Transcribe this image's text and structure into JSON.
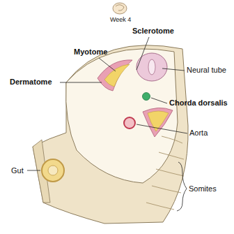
{
  "diagram": {
    "labels": [
      "Week 4",
      "Sclerotome",
      "Myotome",
      "Dermatome",
      "Neural tube",
      "Chorda dorsalis",
      "Aorta",
      "Gut",
      "Somites"
    ]
  }
}
